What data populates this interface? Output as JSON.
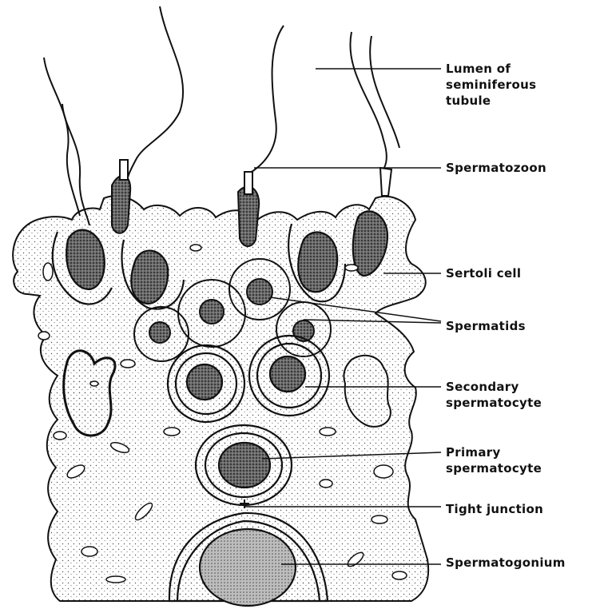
{
  "figure": {
    "subject": "seminiferous-tubule-cross-section",
    "stroke_color": "#111111",
    "fill_color": "#ffffff"
  },
  "labels": {
    "lumen": [
      "Lumen of",
      "seminiferous",
      "tubule"
    ],
    "spermatozoon": "Spermatozoon",
    "sertoli_cell": "Sertoli cell",
    "spermatids": "Spermatids",
    "secondary_spermatocyte": [
      "Secondary",
      "spermatocyte"
    ],
    "primary_spermatocyte": [
      "Primary",
      "spermatocyte"
    ],
    "tight_junction": "Tight junction",
    "spermatogonium": "Spermatogonium"
  }
}
